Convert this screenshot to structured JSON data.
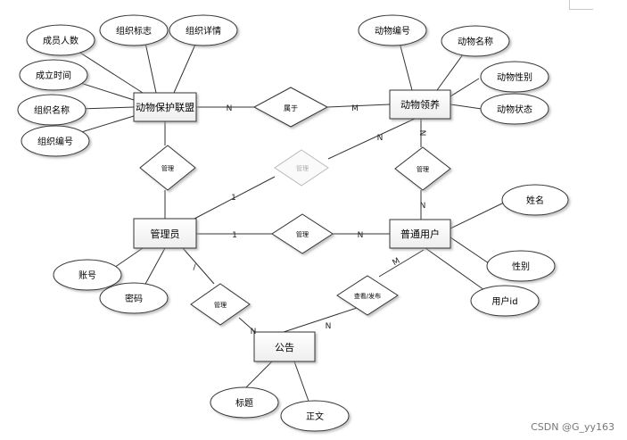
{
  "entities": {
    "alliance": "动物保护联盟",
    "adoption": "动物领养",
    "admin": "管理员",
    "user": "普通用户",
    "notice": "公告"
  },
  "attributes": {
    "member_count": "成员人数",
    "org_logo": "组织标志",
    "org_detail": "组织详情",
    "founded_time": "成立时间",
    "org_name": "组织名称",
    "org_id": "组织编号",
    "animal_id": "动物编号",
    "animal_name": "动物名称",
    "animal_gender": "动物性别",
    "animal_status": "动物状态",
    "user_name": "姓名",
    "user_gender": "性别",
    "user_id": "用户id",
    "account": "账号",
    "password": "密码",
    "title": "标题",
    "body": "正文"
  },
  "relations": {
    "belongs": "属于",
    "manage_alliance": "管理",
    "manage_adoption": "管理",
    "manage_user": "管理",
    "manage_notice": "管理",
    "view_publish": "查看/发布",
    "manage_gray": "管理"
  },
  "cardinality": {
    "alliance_belongs": "N",
    "belongs_adoption": "M",
    "gray_adoption": "N",
    "admin_gray": "1",
    "adoption_manage": "N",
    "manage_user_top": "N",
    "admin_manage_user": "1",
    "manage_user_user": "N",
    "user_view": "M",
    "admin_notice_mark": "/",
    "manage_notice_notice": "N",
    "view_notice": "N"
  },
  "watermark": "CSDN @G_yy163"
}
